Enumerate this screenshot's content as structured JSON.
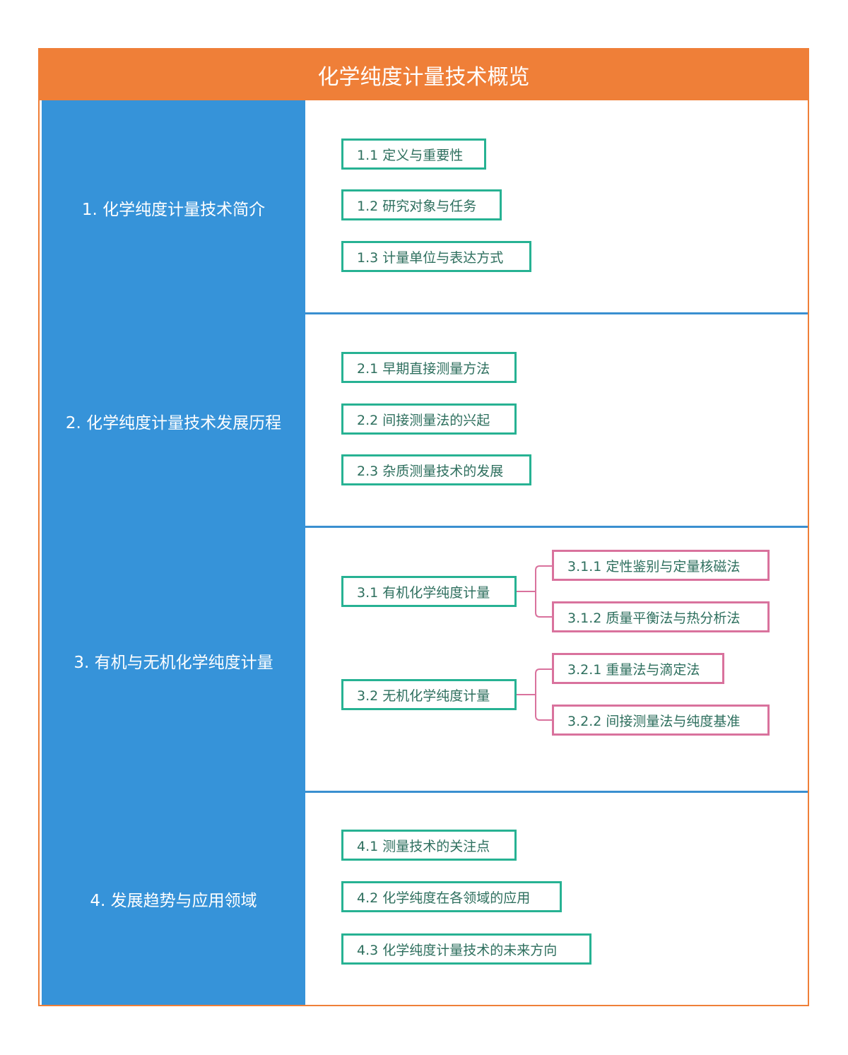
{
  "title": "化学纯度计量技术概览",
  "colors": {
    "header": "#ef7f38",
    "section": "#3693d9",
    "level2_border": "#27b293",
    "level3_border": "#d9729d",
    "text": "#2e6f5e"
  },
  "sections": [
    {
      "label": "1. 化学纯度计量技术简介",
      "items": [
        {
          "label": "1.1 定义与重要性"
        },
        {
          "label": "1.2 研究对象与任务"
        },
        {
          "label": "1.3 计量单位与表达方式"
        }
      ]
    },
    {
      "label": "2. 化学纯度计量技术发展历程",
      "items": [
        {
          "label": "2.1 早期直接测量方法"
        },
        {
          "label": "2.2 间接测量法的兴起"
        },
        {
          "label": "2.3 杂质测量技术的发展"
        }
      ]
    },
    {
      "label": "3. 有机与无机化学纯度计量",
      "items": [
        {
          "label": "3.1 有机化学纯度计量",
          "children": [
            {
              "label": "3.1.1 定性鉴别与定量核磁法"
            },
            {
              "label": "3.1.2 质量平衡法与热分析法"
            }
          ]
        },
        {
          "label": "3.2 无机化学纯度计量",
          "children": [
            {
              "label": "3.2.1 重量法与滴定法"
            },
            {
              "label": "3.2.2 间接测量法与纯度基准"
            }
          ]
        }
      ]
    },
    {
      "label": "4. 发展趋势与应用领域",
      "items": [
        {
          "label": "4.1 测量技术的关注点"
        },
        {
          "label": "4.2 化学纯度在各领域的应用"
        },
        {
          "label": "4.3 化学纯度计量技术的未来方向"
        }
      ]
    }
  ]
}
